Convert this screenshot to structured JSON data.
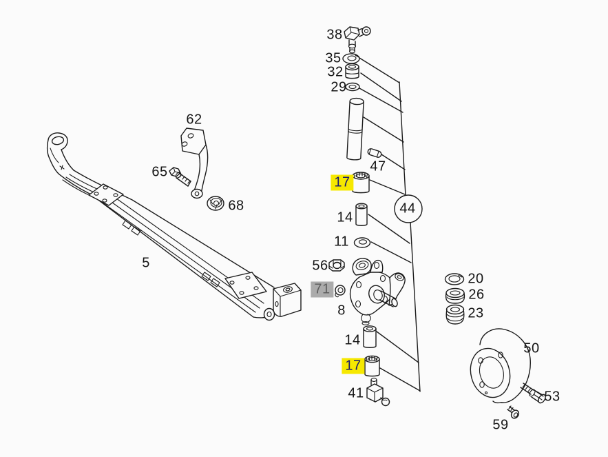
{
  "canvas": {
    "background": "#fbfbfb",
    "ink": "#1a1a1a"
  },
  "diagram": {
    "kind": "exploded-parts-diagram",
    "subject": "front axle crossmember and steering knuckle assembly",
    "highlight": {
      "yellow_bg": "#f6e800",
      "yellow_text": "#1b1b6e",
      "gray_bg": "#ababab",
      "gray_text": "#5e5e5e"
    },
    "callout_circle": {
      "text": "44"
    },
    "labels": [
      {
        "part": "38",
        "text": "38",
        "highlight": "none"
      },
      {
        "part": "35",
        "text": "35",
        "highlight": "none"
      },
      {
        "part": "32",
        "text": "32",
        "highlight": "none"
      },
      {
        "part": "29",
        "text": "29",
        "highlight": "none"
      },
      {
        "part": "47",
        "text": "47",
        "highlight": "none"
      },
      {
        "part": "17",
        "text": "17",
        "highlight": "yellow"
      },
      {
        "part": "14",
        "text": "14",
        "highlight": "none"
      },
      {
        "part": "11",
        "text": "11",
        "highlight": "none"
      },
      {
        "part": "44",
        "text": "44",
        "highlight": "circle"
      },
      {
        "part": "56",
        "text": "56",
        "highlight": "none"
      },
      {
        "part": "71",
        "text": "71",
        "highlight": "gray"
      },
      {
        "part": "8",
        "text": "8",
        "highlight": "none"
      },
      {
        "part": "14",
        "text": "14",
        "highlight": "none"
      },
      {
        "part": "17",
        "text": "17",
        "highlight": "yellow"
      },
      {
        "part": "41",
        "text": "41",
        "highlight": "none"
      },
      {
        "part": "62",
        "text": "62",
        "highlight": "none"
      },
      {
        "part": "65",
        "text": "65",
        "highlight": "none"
      },
      {
        "part": "68",
        "text": "68",
        "highlight": "none"
      },
      {
        "part": "5",
        "text": "5",
        "highlight": "none"
      },
      {
        "part": "20",
        "text": "20",
        "highlight": "none"
      },
      {
        "part": "26",
        "text": "26",
        "highlight": "none"
      },
      {
        "part": "23",
        "text": "23",
        "highlight": "none"
      },
      {
        "part": "50",
        "text": "50",
        "highlight": "none"
      },
      {
        "part": "53",
        "text": "53",
        "highlight": "none"
      },
      {
        "part": "59",
        "text": "59",
        "highlight": "none"
      }
    ]
  }
}
